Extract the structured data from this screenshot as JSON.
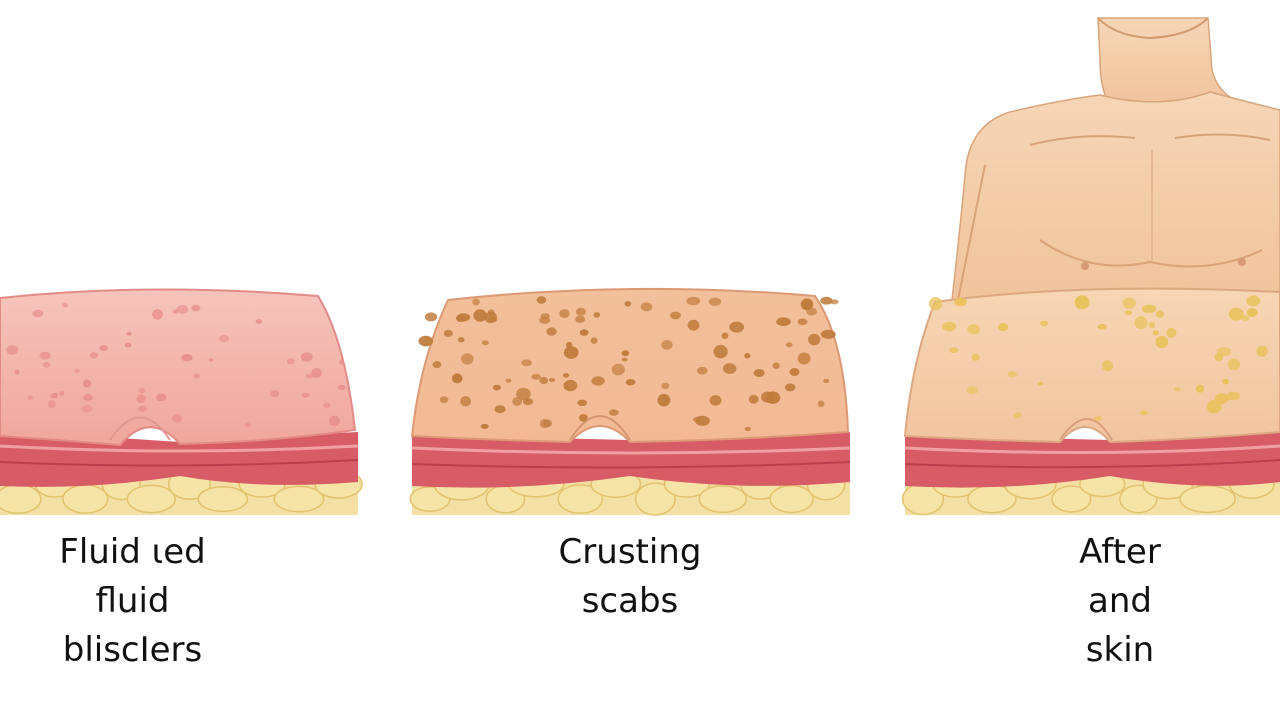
{
  "panels": [
    {
      "stage": "blisters",
      "caption_lines": [
        "Fluid ɩed",
        "fluid",
        "bliscIers"
      ],
      "colors": {
        "epidermis_top": "#f6c4bc",
        "epidermis_bottom": "#f0a69d",
        "lesion": "#e89a94",
        "dermis": "#d45a63",
        "fat": "#f3dc98"
      }
    },
    {
      "stage": "crusting",
      "caption_lines": [
        "Crusting",
        "scabs"
      ],
      "colors": {
        "epidermis_top": "#f2c09a",
        "epidermis_bottom": "#f1b994",
        "lesion": "#c4843c",
        "dermis": "#d45a63",
        "fat": "#f3dc98"
      }
    },
    {
      "stage": "healed",
      "caption_lines": [
        "After",
        "and",
        "skin"
      ],
      "colors": {
        "epidermis_top": "#f6d2ad",
        "epidermis_bottom": "#f2c7a4",
        "lesion": "#e8c35a",
        "dermis": "#d45a63",
        "fat": "#f3dc98",
        "torso": "#f4cfaa"
      }
    }
  ]
}
